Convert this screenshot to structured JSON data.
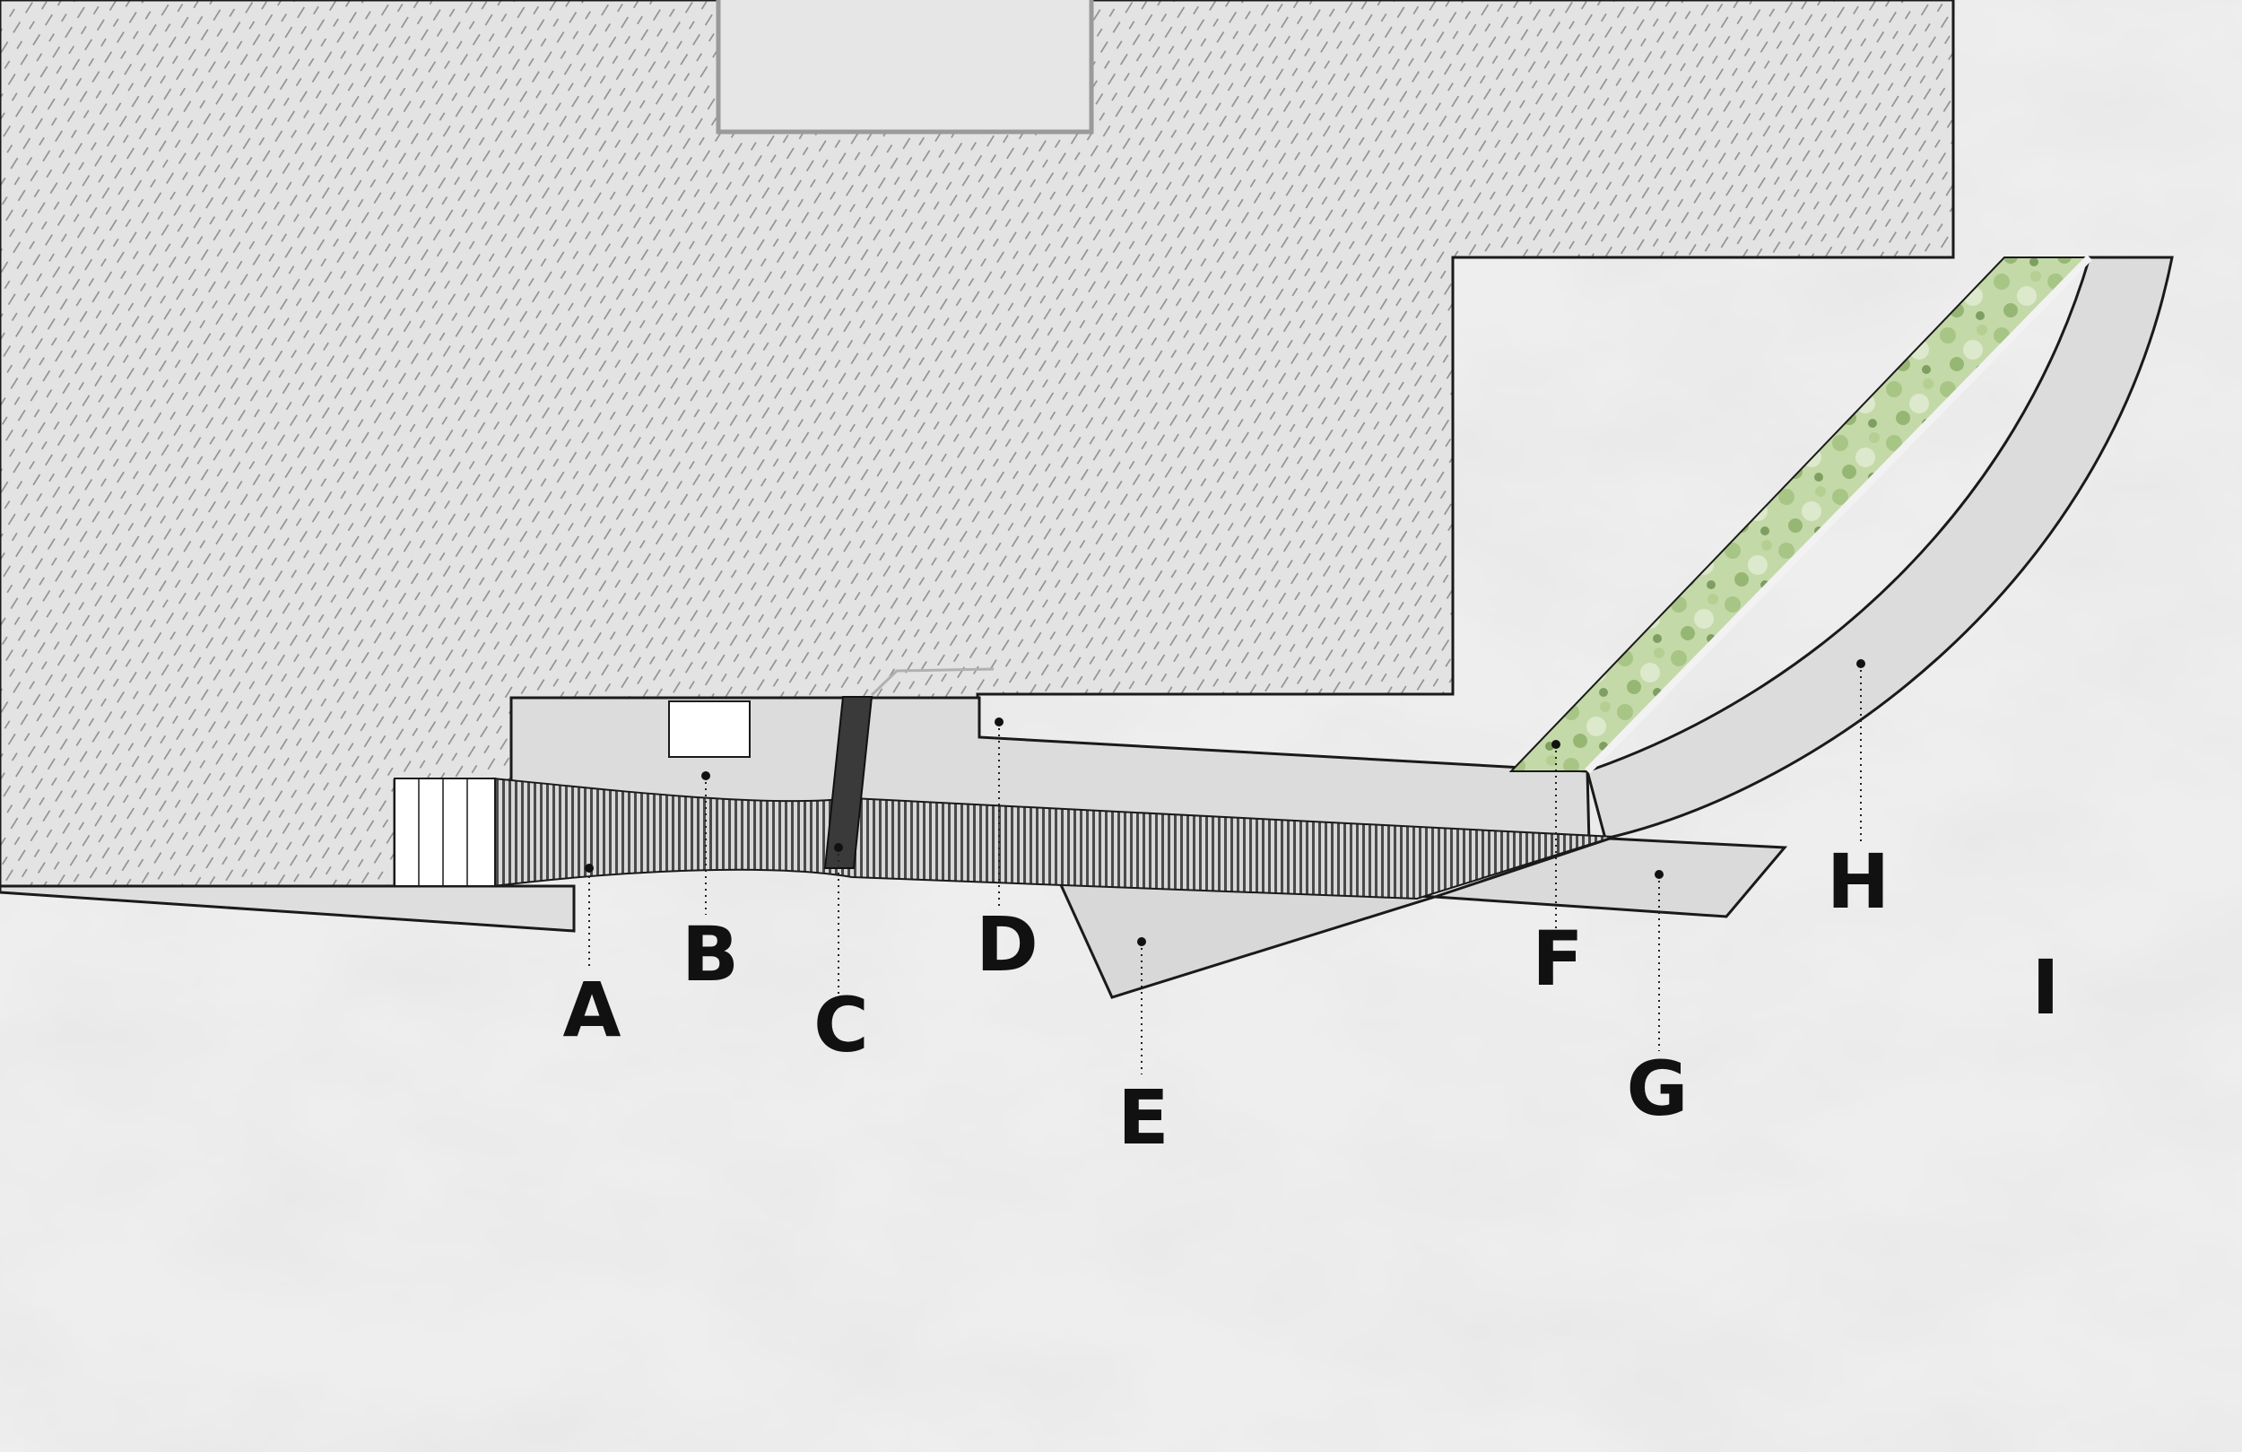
{
  "diagram": {
    "labels": {
      "a": "A",
      "b": "B",
      "c": "C",
      "d": "D",
      "e": "E",
      "f": "F",
      "g": "G",
      "h": "H",
      "i": "I"
    }
  },
  "colors": {
    "ground": "#eeeeee",
    "building_fill": "#e3e3e3",
    "hatch_line": "#8c8c8c",
    "platform_fill": "#dcdcdc",
    "stripe_fill": "#4a4a4a",
    "wall_fill": "#3a3a3a",
    "vegetation": "#c4d9a8",
    "outline": "#1a1a1a"
  }
}
